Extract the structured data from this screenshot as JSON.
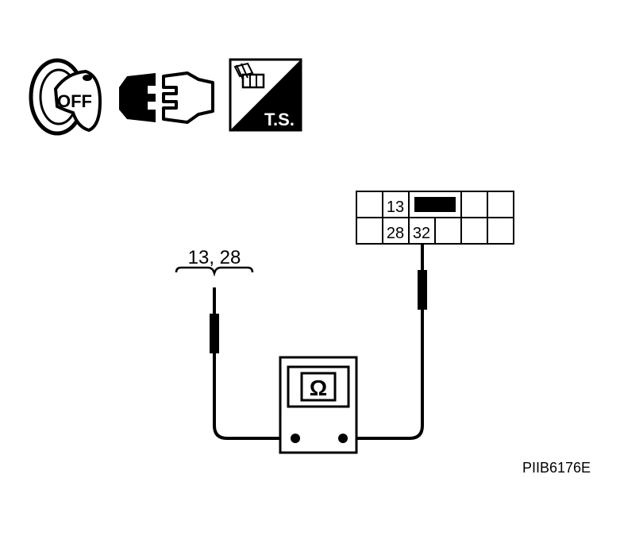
{
  "icons": {
    "ignition_key": {
      "icon": "ignition-key-off-icon",
      "label": "OFF"
    },
    "connector": {
      "icon": "connector-disconnect-icon"
    },
    "tester_tag": {
      "icon": "tester-probe-icon",
      "label": "T.S."
    }
  },
  "probe_label": "13, 28",
  "connector_face": {
    "row1": [
      "13"
    ],
    "row2": [
      "28",
      "32"
    ]
  },
  "meter": {
    "symbol": "Ω",
    "icon": "ohmmeter-icon"
  },
  "figure_code": "PIIB6176E",
  "colors": {
    "ink": "#000000",
    "paper": "#ffffff"
  }
}
